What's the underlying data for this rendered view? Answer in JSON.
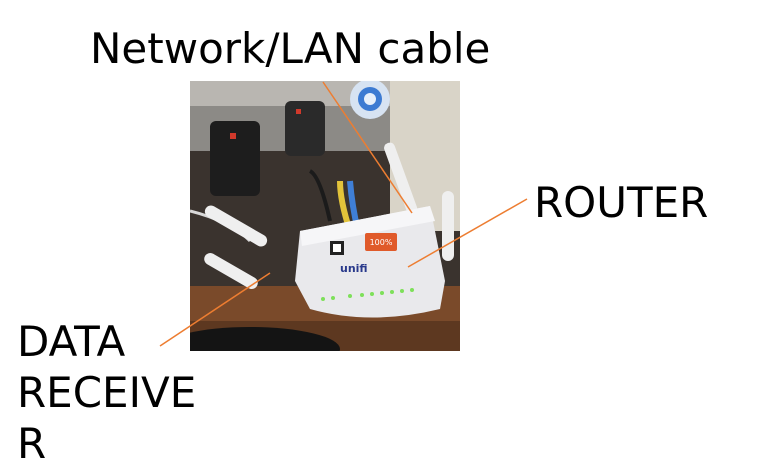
{
  "labels": {
    "cable": "Network/LAN cable",
    "router": "ROUTER",
    "data": "DATA\nRECEIVE\nR"
  },
  "photo": {
    "brand_text": "unifi",
    "badge_text": "100%"
  },
  "colors": {
    "leader_line": "#ed7d31",
    "router_body": "#e9e9ec",
    "cable_yellow": "#e2c33a",
    "cable_blue": "#3f7fd6"
  }
}
